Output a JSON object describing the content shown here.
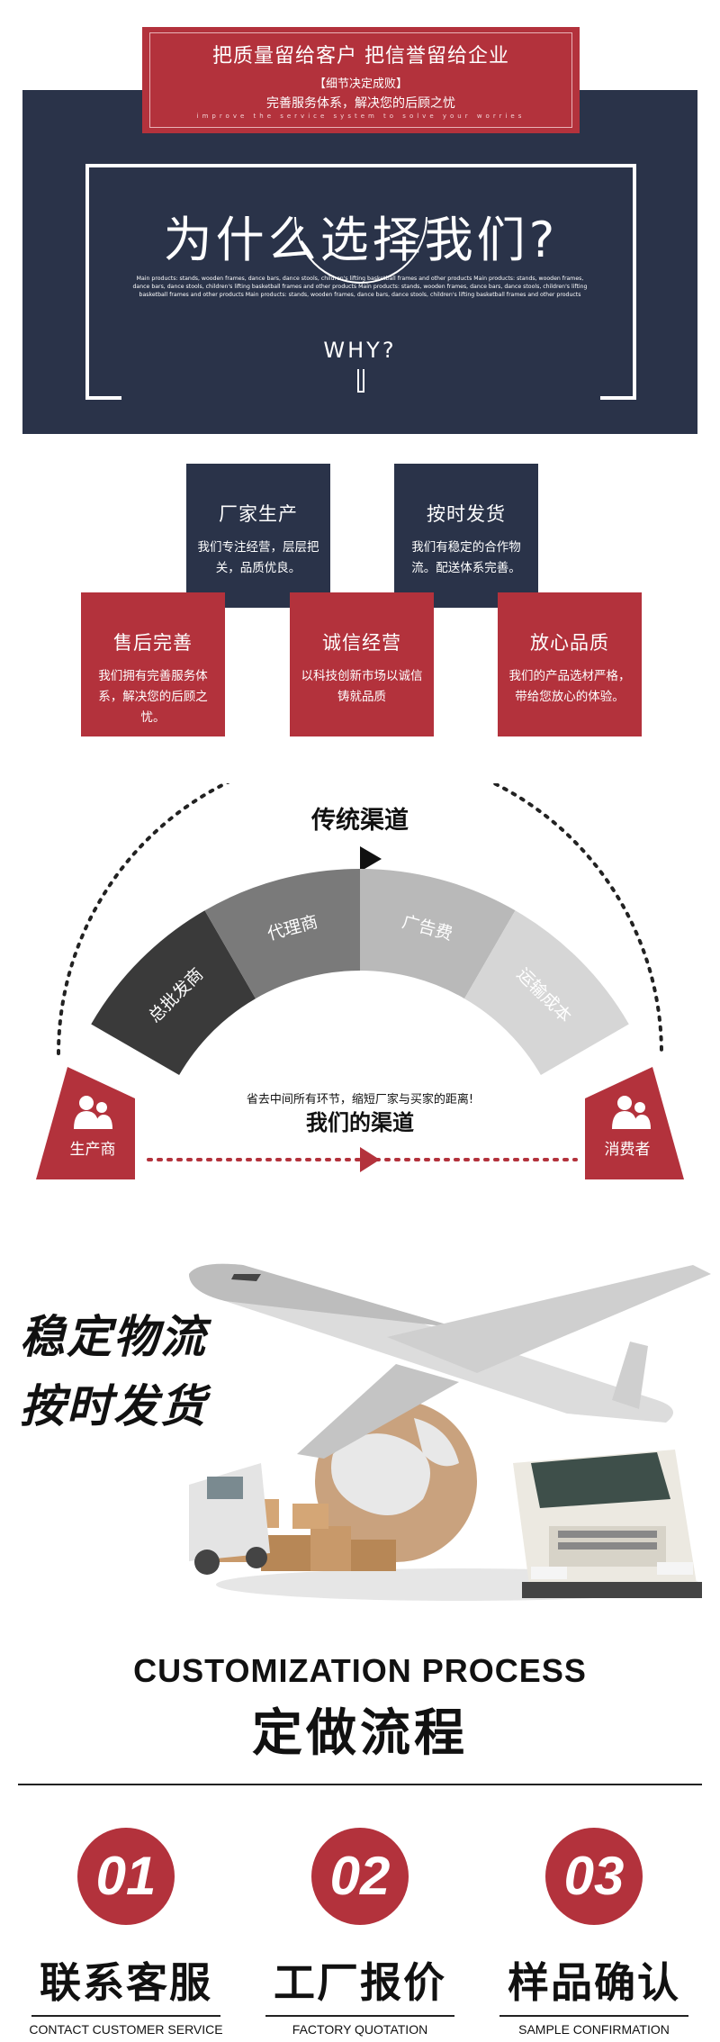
{
  "section1": {
    "banner_title": "把质量留给客户 把信誉留给企业",
    "banner_line1": "【细节决定成败】",
    "banner_line2": "完善服务体系，解决您的后顾之忧",
    "banner_line3": "improve the service system to solve your worries",
    "title": "为什么选择我们?",
    "small_text": "Main products: stands, wooden frames, dance bars, dance stools, children's lifting basketball frames and other products Main products: stands, wooden frames, dance bars, dance stools, children's lifting basketball frames and other products Main products: stands, wooden frames, dance bars, dance stools, children's lifting basketball frames and other products Main products: stands, wooden frames, dance bars, dance stools, children's lifting basketball frames and other products",
    "why": "WHY?"
  },
  "features": [
    {
      "title": "厂家生产",
      "desc": "我们专注经营，层层把关，品质优良。"
    },
    {
      "title": "按时发货",
      "desc": "我们有稳定的合作物流。配送体系完善。"
    },
    {
      "title": "售后完善",
      "desc": "我们拥有完善服务体系，解决您的后顾之忧。"
    },
    {
      "title": "诚信经营",
      "desc": "以科技创新市场以诚信铸就品质"
    },
    {
      "title": "放心品质",
      "desc": "我们的产品选材严格，带给您放心的体验。"
    }
  ],
  "channels": {
    "traditional": "传统渠道",
    "ours": "我们的渠道",
    "ours_sub": "省去中间所有环节，缩短厂家与买家的距离!",
    "producer": "生产商",
    "consumer": "消费者",
    "segments": [
      "总批发商",
      "代理商",
      "广告费",
      "运输成本"
    ],
    "colors": {
      "red": "#b3323c",
      "dark": "#3a3a3a",
      "mid": "#7a7a7a",
      "light": "#b9b9b9",
      "lighter": "#d6d6d6"
    }
  },
  "logistics": {
    "line1": "稳定物流",
    "line2": "按时发货"
  },
  "process": {
    "title_en": "CUSTOMIZATION PROCESS",
    "title_cn": "定做流程",
    "steps": [
      {
        "num": "01",
        "cn": "联系客服",
        "en": "CONTACT CUSTOMER SERVICE"
      },
      {
        "num": "02",
        "cn": "工厂报价",
        "en": "FACTORY QUOTATION"
      },
      {
        "num": "03",
        "cn": "样品确认",
        "en": "SAMPLE CONFIRMATION"
      }
    ]
  },
  "colors": {
    "navy": "#2a3349",
    "red": "#b3323c"
  }
}
